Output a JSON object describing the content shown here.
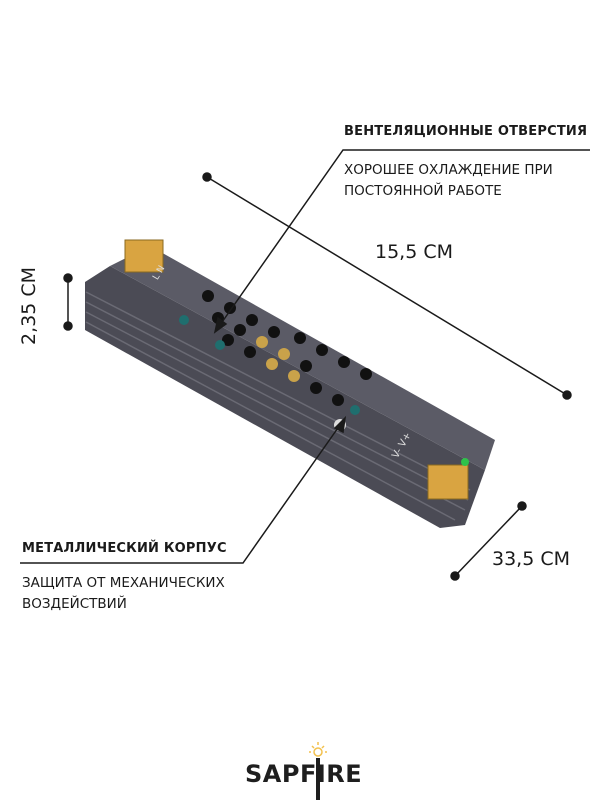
{
  "callouts": {
    "vents": {
      "title": "ВЕНТЕЛЯЦИОННЫЕ ОТВЕРСТИЯ",
      "line1": "ХОРОШЕЕ ОХЛАЖДЕНИЕ ПРИ",
      "line2": "ПОСТОЯННОЙ РАБОТЕ"
    },
    "housing": {
      "title": "МЕТАЛЛИЧЕСКИЙ КОРПУС",
      "line1": "ЗАЩИТА ОТ МЕХАНИЧЕСКИХ",
      "line2": "ВОЗДЕЙСТВИЙ"
    }
  },
  "dimensions": {
    "length": "15,5 СМ",
    "height": "2,35 СМ",
    "width": "33,5 СМ"
  },
  "device_labels": {
    "input": "L N",
    "output": "V- V+"
  },
  "brand": {
    "name": "SAPFIRE",
    "accent": "#f2c14e"
  },
  "colors": {
    "body": "#55555f",
    "text": "#1a1a1a"
  }
}
